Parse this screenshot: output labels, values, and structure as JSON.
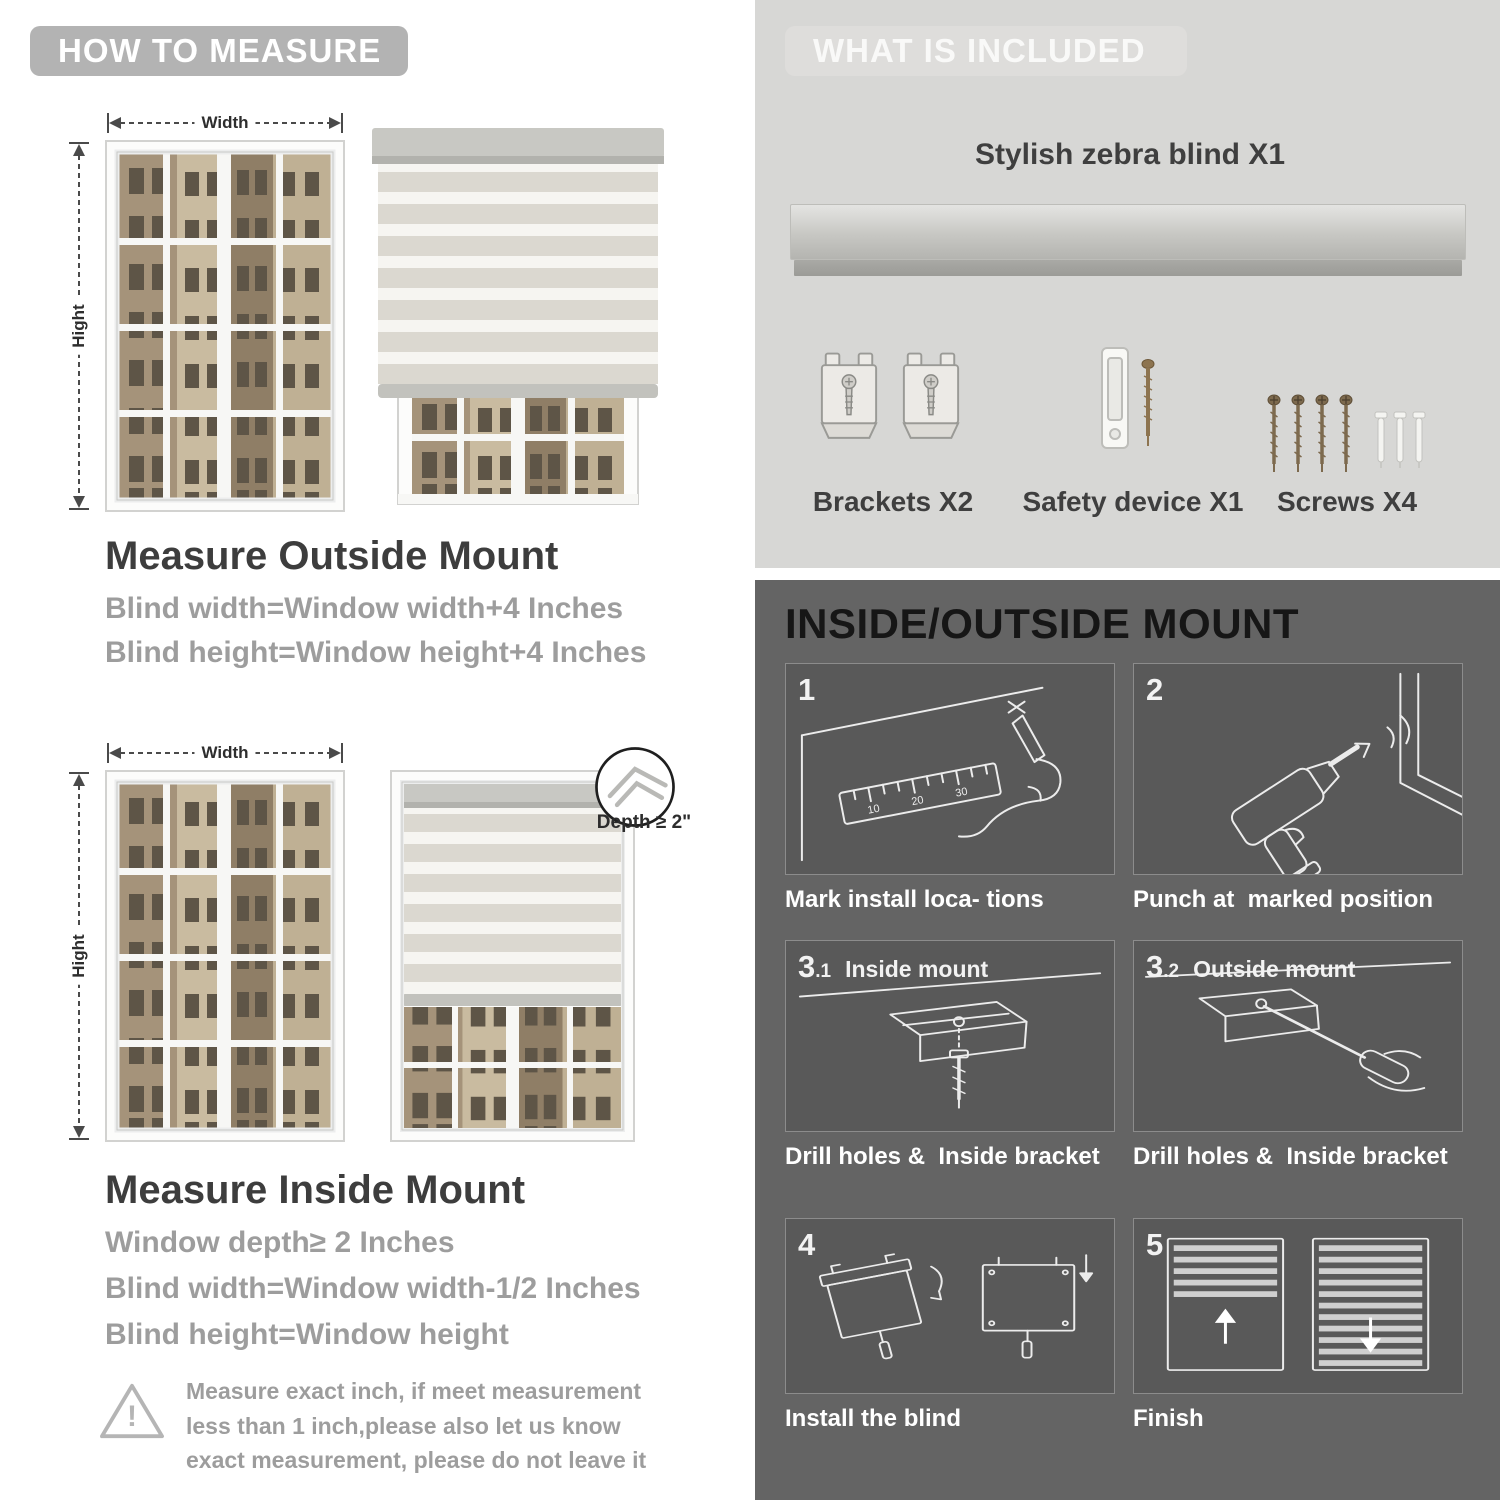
{
  "colors": {
    "banner_gray": "#b3b3b3",
    "light_section_bg": "#d7d7d5",
    "dark_section_bg": "#646464",
    "panel_bg": "#595959",
    "heading_text": "#3d3d3d",
    "muted_text": "#9d9d9d",
    "caption_white": "#ffffff"
  },
  "left": {
    "header": "HOW TO MEASURE",
    "outside": {
      "width_label": "Width",
      "height_label": "Hight",
      "title": "Measure Outside Mount",
      "line1": "Blind width=Window width+4 Inches",
      "line2": "Blind height=Window height+4 Inches"
    },
    "inside": {
      "width_label": "Width",
      "height_label": "Hight",
      "depth_label": "Depth ≥ 2\"",
      "title": "Measure Inside Mount",
      "line1": "Window depth≥ 2 Inches",
      "line2": "Blind width=Window width-1/2 Inches",
      "line3": "Blind height=Window height"
    },
    "note": {
      "mark": "!",
      "text": "Measure exact inch, if meet measurement less than 1 inch,please also let us know exact measurement, please do not leave it"
    }
  },
  "right": {
    "included": {
      "header": "WHAT IS INCLUDED",
      "blind_label": "Stylish zebra blind X1",
      "items": [
        {
          "label": "Brackets X2"
        },
        {
          "label": "Safety device X1"
        },
        {
          "label": "Screws X4"
        }
      ]
    },
    "mount": {
      "header": "INSIDE/OUTSIDE MOUNT",
      "steps": [
        {
          "num": "1",
          "sub": "",
          "inner_label": "",
          "caption": "Mark install loca- tions"
        },
        {
          "num": "2",
          "sub": "",
          "inner_label": "",
          "caption": "Punch at  marked position"
        },
        {
          "num": "3",
          "sub": ".1",
          "inner_label": "Inside mount",
          "caption": "Drill holes &  Inside bracket"
        },
        {
          "num": "3",
          "sub": ".2",
          "inner_label": "Outside mount",
          "caption": "Drill holes &  Inside bracket"
        },
        {
          "num": "4",
          "sub": "",
          "inner_label": "",
          "caption": "Install the blind"
        },
        {
          "num": "5",
          "sub": "",
          "inner_label": "",
          "caption": "Finish"
        }
      ]
    }
  }
}
